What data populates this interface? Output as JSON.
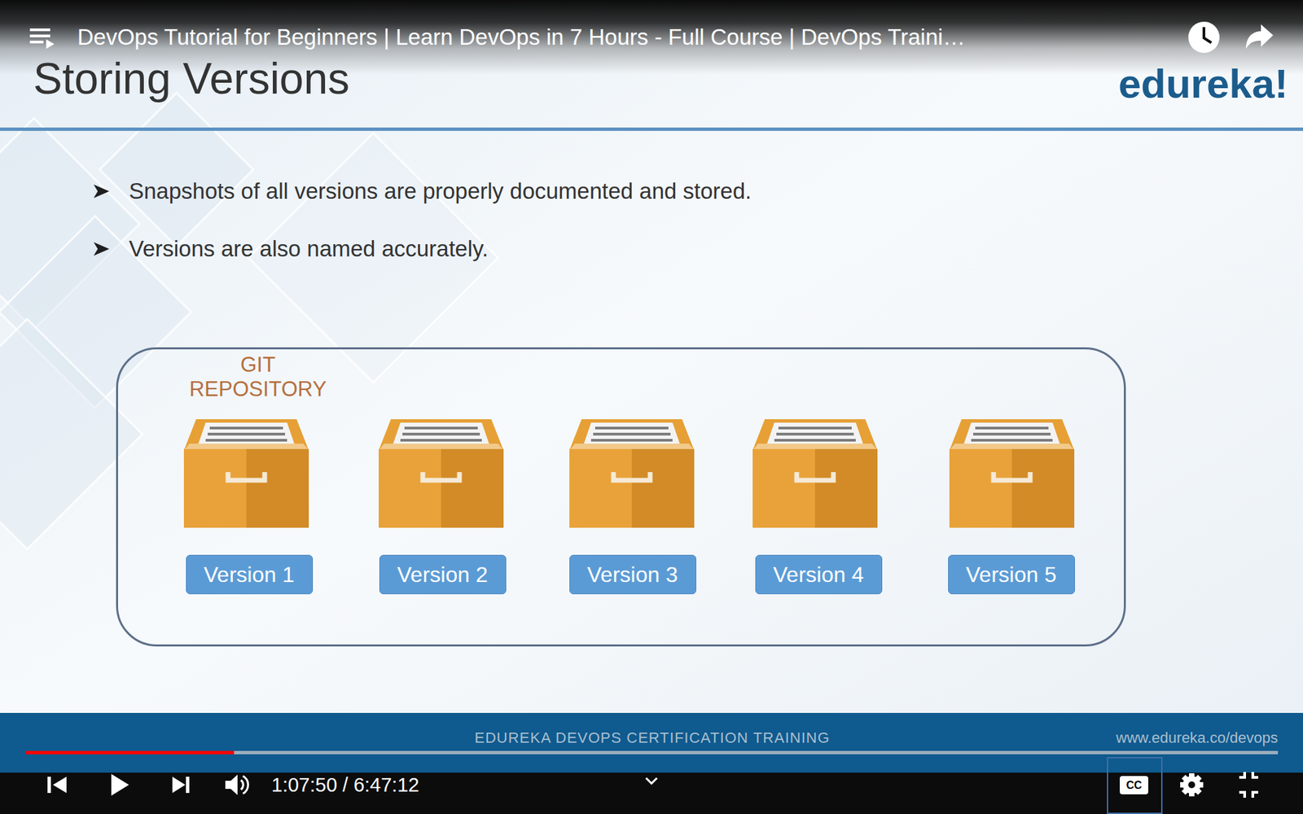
{
  "diagram": {
    "title": "Storing Versions",
    "nodes": [
      {
        "text": [
          "GIT REPOSITORY"
        ]
      },
      {
        "text": [
          "Version 1"
        ],
        "in": 0
      },
      {
        "text": [
          "Version 2"
        ],
        "in": 0
      },
      {
        "text": [
          "Version 3"
        ],
        "in": 0
      },
      {
        "text": [
          "Version 4"
        ],
        "in": 0
      },
      {
        "text": [
          "Version 5"
        ],
        "in": 0
      }
    ],
    "labels": [
      "DevOps Tutorial for Beginners | Learn DevOps in 7 Hours - Full Course | DevOps Traini…",
      "Snapshots of all versions are properly documented and stored.",
      "Versions are also named accurately.",
      "edureka!",
      "EDUREKA DEVOPS CERTIFICATION TRAINING",
      "www.edureka.co/devops",
      "1:07:50 / 6:47:12",
      "CC"
    ]
  }
}
